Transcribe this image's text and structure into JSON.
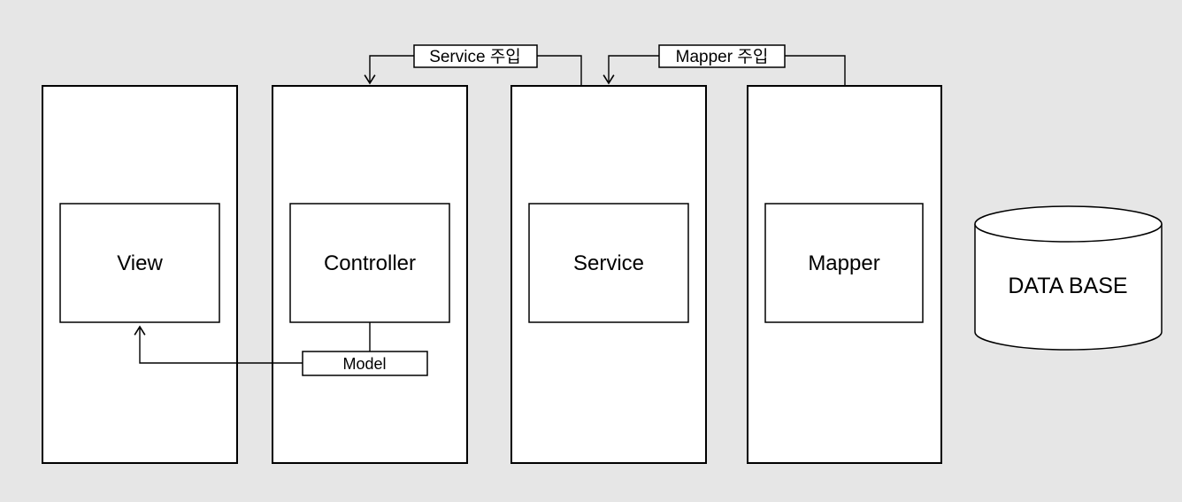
{
  "colors": {
    "background": "#e6e6e6",
    "shape_fill": "#ffffff",
    "stroke": "#000000"
  },
  "nodes": {
    "view": {
      "label": "View"
    },
    "controller": {
      "label": "Controller"
    },
    "service": {
      "label": "Service"
    },
    "mapper": {
      "label": "Mapper"
    },
    "model": {
      "label": "Model"
    },
    "database": {
      "label": "DATA BASE"
    }
  },
  "annotations": {
    "service_injection": {
      "label": "Service 주입"
    },
    "mapper_injection": {
      "label": "Mapper 주입"
    }
  }
}
